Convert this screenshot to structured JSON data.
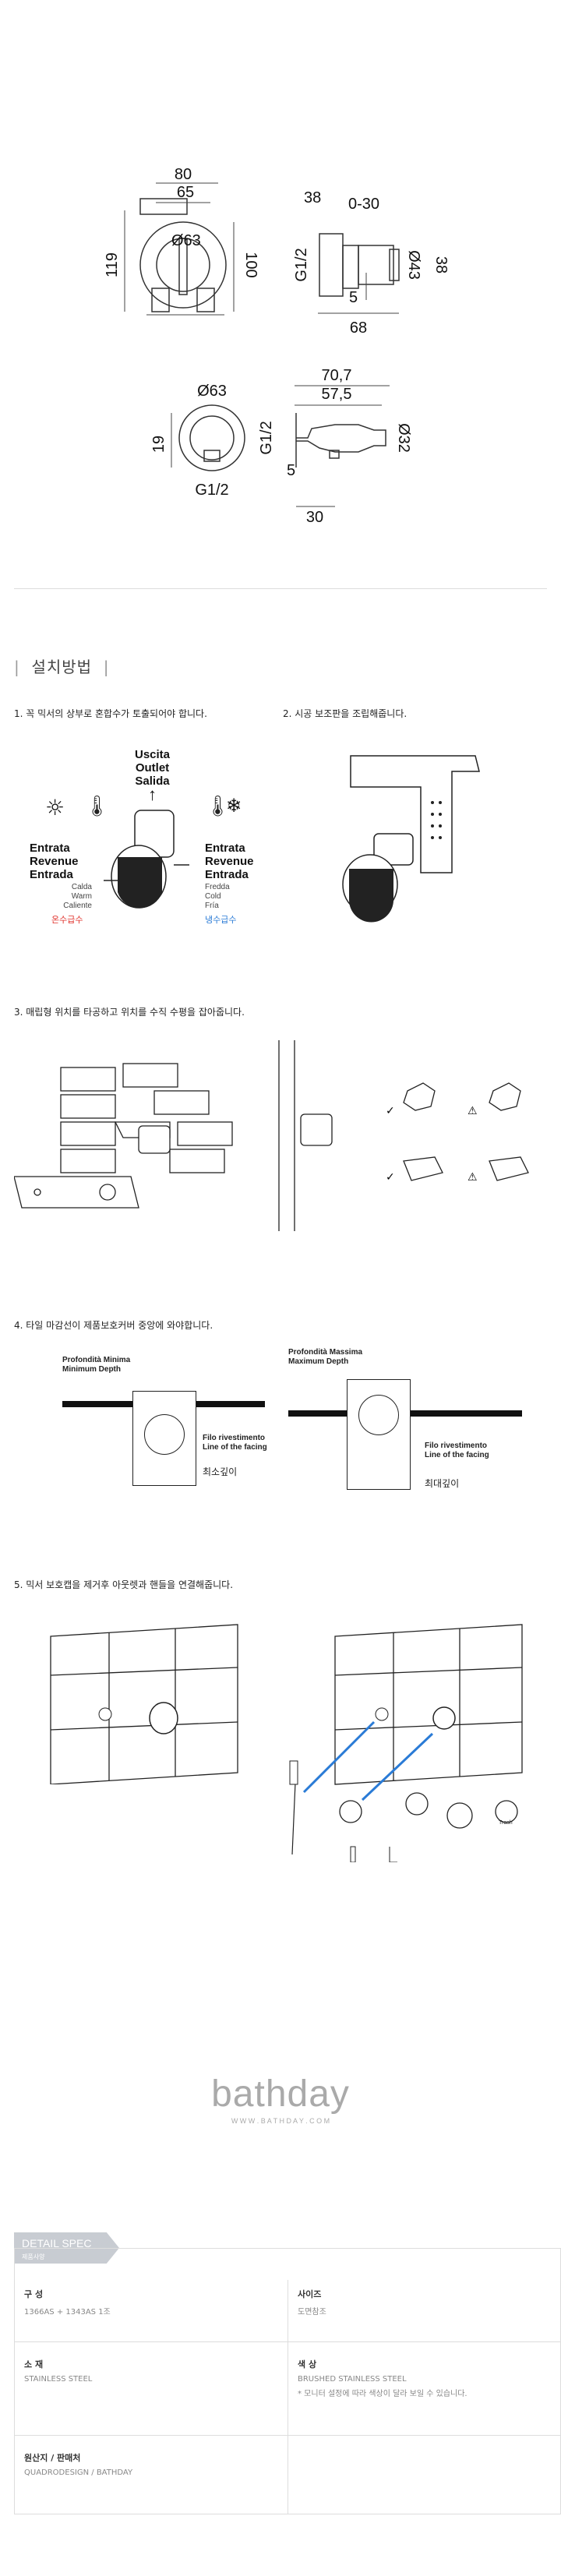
{
  "dimensions": {
    "front": {
      "width_outer": "80",
      "width_inner": "65",
      "diameter": "Ø63",
      "height_outer": "119",
      "height_inner": "100"
    },
    "side": {
      "projection": "0-30",
      "depth": "38",
      "thread": "G1/2",
      "diameter": "Ø43",
      "offset": "5",
      "total": "68",
      "height": "38"
    },
    "outlet_front": {
      "diameter": "Ø63",
      "height": "19",
      "thread": "G1/2"
    },
    "outlet_side": {
      "length_outer": "70,7",
      "length_inner": "57,5",
      "thread": "G1/2",
      "diameter": "Ø32",
      "offset": "5",
      "depth": "30"
    }
  },
  "section_title": "설치방법",
  "steps": [
    {
      "title": "1. 꼭 믹서의 상부로 혼합수가 토출되어야 합니다."
    },
    {
      "title": "2. 시공 보조판을 조립해줍니다."
    },
    {
      "title": "3. 매립형 위치를 타공하고 위치를 수직 수평을 잡아줍니다."
    },
    {
      "title": "4. 타일 마감선이 제품보호커버 중앙에 와야합니다."
    },
    {
      "title": "5. 믹서 보호캡을 제거후 아웃렛과 핸들을 연결해줍니다."
    }
  ],
  "mixer_legend": {
    "outlet": [
      "Uscita",
      "Outlet",
      "Salida"
    ],
    "hot_head": [
      "Entrata",
      "Revenue",
      "Entrada"
    ],
    "hot_sub": [
      "Calda",
      "Warm",
      "Caliente"
    ],
    "hot_kr": "온수급수",
    "cold_head": [
      "Entrata",
      "Revenue",
      "Entrada"
    ],
    "cold_sub": [
      "Fredda",
      "Cold",
      "Fría"
    ],
    "cold_kr": "냉수급수",
    "hot_color": "#e0312b",
    "cold_color": "#2a7bd6"
  },
  "depth_legend": {
    "min_head": [
      "Profondità Minima",
      "Minimum Depth"
    ],
    "max_head": [
      "Profondità Massima",
      "Maximum Depth"
    ],
    "facing": [
      "Filo rivestimento",
      "Line of the facing"
    ],
    "min_kr": "최소깊이",
    "max_kr": "최대깊이"
  },
  "trash_label": "Trash",
  "brand": {
    "logo": "bathday",
    "url": "W W W . B A T H D A Y . C O M"
  },
  "spec": {
    "tab_en": "DETAIL SPEC",
    "tab_kr": "제품사양",
    "items": [
      {
        "label": "구 성",
        "value": "1366AS + 1343AS 1조"
      },
      {
        "label": "사이즈",
        "value": "도면참조"
      },
      {
        "label": "소 재",
        "value": "STAINLESS STEEL"
      },
      {
        "label": "색 상",
        "value": "BRUSHED STAINLESS STEEL",
        "note": "* 모니터 설정에 따라 색상이 달라 보일 수 있습니다."
      },
      {
        "label": "원산지 / 판매처",
        "value": "QUADRODESIGN  / BATHDAY"
      }
    ]
  }
}
